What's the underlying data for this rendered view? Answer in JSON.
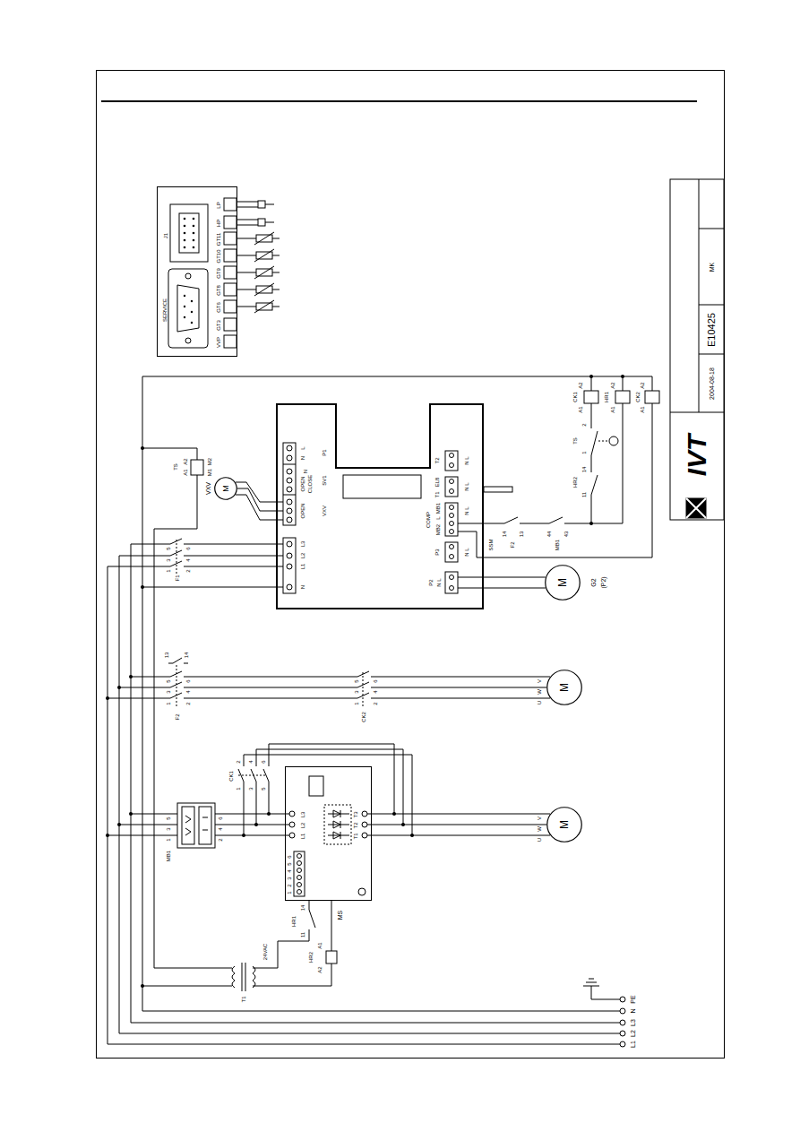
{
  "diagram": {
    "nodes": [
      {
        "text": [
          "P1",
          "N",
          "L",
          "SV1",
          "N",
          "CLOSE",
          "OPEN",
          "VXV",
          "OPEN",
          "L3",
          "L2",
          "L1",
          "N",
          "T2",
          "N L",
          "T1",
          "EL8",
          "N L",
          "COMP",
          "MB1",
          "L",
          "MB2",
          "N L",
          "P3",
          "N L",
          "P2",
          "N L"
        ]
      },
      {
        "text": [
          "SERVICE",
          "J1",
          "LP",
          "HP",
          "GT11",
          "GT10",
          "GT9",
          "GT8",
          "GT6",
          "GT3",
          "VVP"
        ]
      },
      {
        "text": [
          "VXV",
          "M"
        ]
      },
      {
        "text": [
          "M",
          "G2",
          "(P2)"
        ]
      },
      {
        "text": [
          "M"
        ]
      },
      {
        "text": [
          "L1",
          "L2",
          "L3",
          "T1",
          "T2",
          "T3",
          "6",
          "5",
          "4",
          "3",
          "2",
          "1",
          "MS"
        ]
      },
      {
        "text": [
          "M"
        ]
      }
    ],
    "edges": [
      {
        "from": 0,
        "to": 2,
        "arrow": "none"
      },
      {
        "from": 0,
        "to": 3,
        "arrow": "none"
      },
      {
        "from": 5,
        "to": 6,
        "arrow": "none"
      }
    ],
    "labels": [
      "F1",
      "1",
      "3",
      "5",
      "2",
      "4",
      "6",
      "TS",
      "A1",
      "A2",
      "M1",
      "M2",
      "13",
      "14",
      "F2",
      "1",
      "3",
      "5",
      "2",
      "4",
      "6",
      "CK2",
      "1",
      "3",
      "5",
      "2",
      "4",
      "6",
      "U",
      "W",
      "V",
      "MB1",
      "1",
      "3",
      "5",
      "2",
      "4",
      "6",
      "CK1",
      "1",
      "3",
      "5",
      "2",
      "4",
      "6",
      "U",
      "W",
      "V",
      "HR1",
      "14",
      "11",
      "HR2",
      "A1",
      "A2",
      "T1",
      "24VAC",
      "SSM",
      "14",
      "13",
      "F2",
      "44",
      "43",
      "MB1",
      "CK1",
      "A2",
      "A1",
      "HR1",
      "A2",
      "A1",
      "CK2",
      "A2",
      "A1",
      "TS",
      "2",
      "1",
      "HR2",
      "14",
      "11",
      "L1",
      "L2",
      "L3",
      "N",
      "PE",
      "2004-08-18",
      "E10425",
      "MK",
      "IVT"
    ]
  }
}
